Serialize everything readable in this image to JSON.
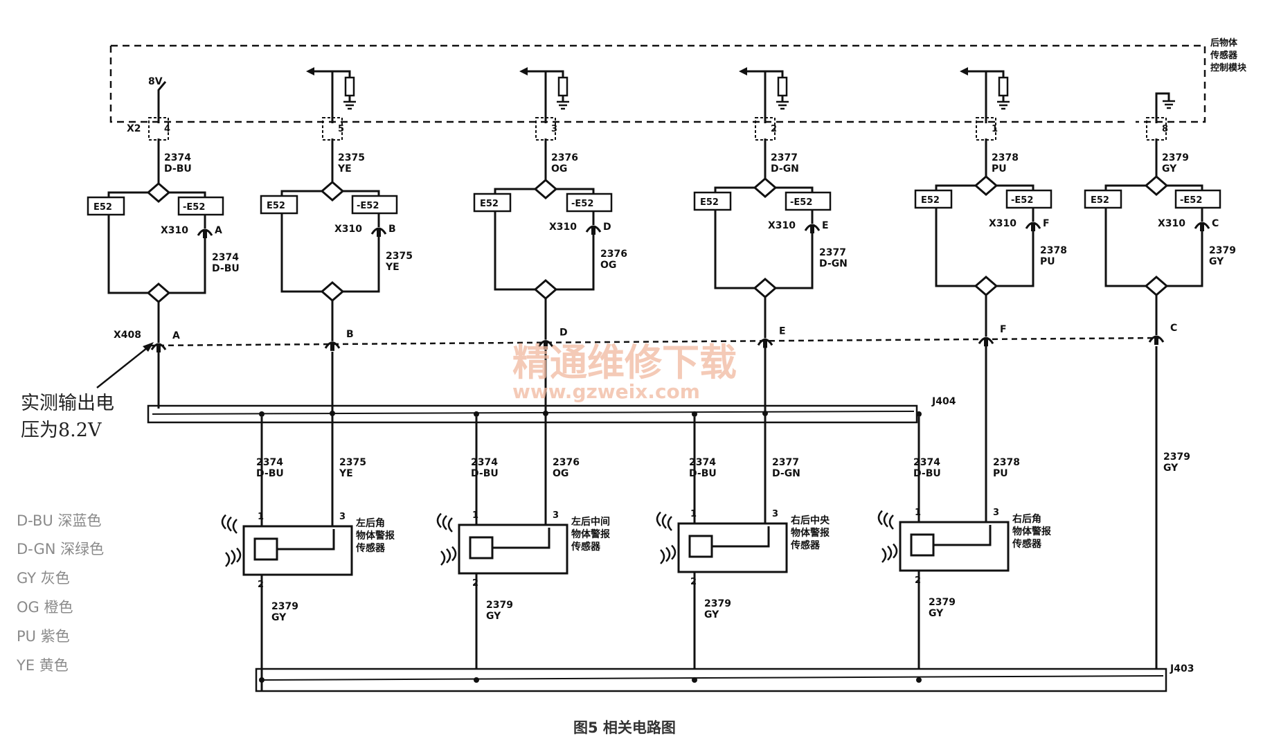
{
  "module": {
    "lines": [
      "后物体",
      "传感器",
      "控制模块"
    ]
  },
  "supply": {
    "label": "8V",
    "connector": "X2"
  },
  "circuits": [
    {
      "pin": "4",
      "wire": "2374",
      "color": "D-BU",
      "x310": "A"
    },
    {
      "pin": "5",
      "wire": "2375",
      "color": "YE",
      "x310": "B"
    },
    {
      "pin": "3",
      "wire": "2376",
      "color": "OG",
      "x310": "D"
    },
    {
      "pin": "2",
      "wire": "2377",
      "color": "D-GN",
      "x310": "E"
    },
    {
      "pin": "1",
      "wire": "2378",
      "color": "PU",
      "x310": "F"
    },
    {
      "pin": "8",
      "wire": "2379",
      "color": "GY",
      "x310": "C"
    }
  ],
  "options": {
    "e52": "E52",
    "not_e52": "-E52",
    "x310": "X310"
  },
  "x408": {
    "label": "X408",
    "pins": [
      "A",
      "B",
      "D",
      "E",
      "F",
      "C"
    ]
  },
  "splices": {
    "j404": "J404",
    "j403": "J403"
  },
  "sensors": [
    {
      "lines": [
        "左后角",
        "物体警报",
        "传感器"
      ],
      "pin1": "1",
      "pin2": "2",
      "pin3": "3",
      "sig_wire": "2375",
      "sig_color": "YE",
      "sup_wire": "2374",
      "sup_color": "D-BU",
      "gnd_wire": "2379",
      "gnd_color": "GY"
    },
    {
      "lines": [
        "左后中间",
        "物体警报",
        "传感器"
      ],
      "pin1": "1",
      "pin2": "2",
      "pin3": "3",
      "sig_wire": "2376",
      "sig_color": "OG",
      "sup_wire": "2374",
      "sup_color": "D-BU",
      "gnd_wire": "2379",
      "gnd_color": "GY"
    },
    {
      "lines": [
        "右后中央",
        "物体警报",
        "传感器"
      ],
      "pin1": "1",
      "pin2": "2",
      "pin3": "3",
      "sig_wire": "2377",
      "sig_color": "D-GN",
      "sup_wire": "2374",
      "sup_color": "D-BU",
      "gnd_wire": "2379",
      "gnd_color": "GY"
    },
    {
      "lines": [
        "右后角",
        "物体警报",
        "传感器"
      ],
      "pin1": "1",
      "pin2": "2",
      "pin3": "3",
      "sig_wire": "2378",
      "sig_color": "PU",
      "sup_wire": "2374",
      "sup_color": "D-BU",
      "gnd_wire": "2379",
      "gnd_color": "GY"
    }
  ],
  "gy_to_j403": {
    "wire": "2379",
    "color": "GY"
  },
  "watermark": {
    "line1": "精通维修下载",
    "line2": "www.gzweix.com"
  },
  "annotation": {
    "line1": "实测输出电",
    "line2": "压为8.2V"
  },
  "legend": [
    "D-BU 深蓝色",
    "D-GN 深绿色",
    "GY 灰色",
    "OG 橙色",
    "PU 紫色",
    "YE 黄色"
  ],
  "caption": "图5  相关电路图"
}
